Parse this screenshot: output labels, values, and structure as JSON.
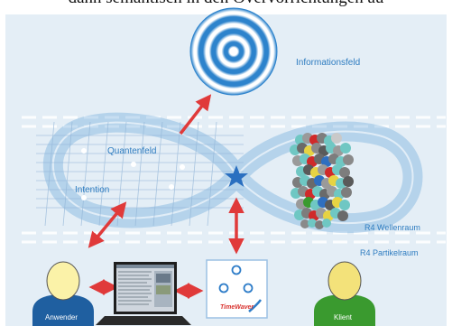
{
  "top_text": "dann semantisch in den Overvorrichtungen au",
  "labels": {
    "informationsfeld": "Informationsfeld",
    "quantenfeld": "Quantenfeld",
    "intention": "Intention",
    "wellenraum": "R4 Wellenraum",
    "partikelraum": "R4 Partikelraum",
    "anwender": "Anwender",
    "klient": "Klient",
    "timewaver": "TimeWaver"
  },
  "colors": {
    "panel": "#e4eef6",
    "field_blue": "#3d8fd0",
    "arrow_red": "#e03a3a",
    "label_blue": "#2e7cc0",
    "anwender_body": "#1f5fa0",
    "anwender_head": "#fbf2a8",
    "klient_body": "#3a9a2f",
    "klient_head": "#f3e27a"
  }
}
